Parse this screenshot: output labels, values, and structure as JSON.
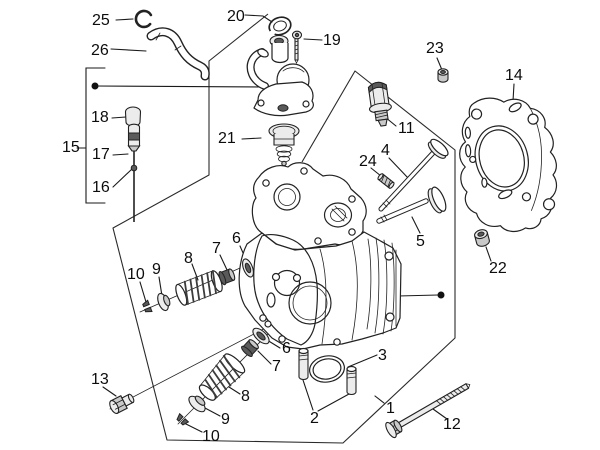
{
  "figure": {
    "type": "exploded-parts-diagram",
    "colors": {
      "background": "#ffffff",
      "line": "#222222",
      "text": "#0c0c0c"
    },
    "callouts": {
      "n1": "1",
      "n2": "2",
      "n3": "3",
      "n4": "4",
      "n5": "5",
      "n6_upper": "6",
      "n7_upper": "7",
      "n8_upper": "8",
      "n9_upper": "9",
      "n10_upper": "10",
      "n6_lower": "6",
      "n7_lower": "7",
      "n8_lower": "8",
      "n9_lower": "9",
      "n10_lower": "10",
      "n11": "11",
      "n12": "12",
      "n13": "13",
      "n14": "14",
      "n15": "15",
      "n16": "16",
      "n17": "17",
      "n18": "18",
      "n19": "19",
      "n20": "20",
      "n21": "21",
      "n22": "22",
      "n23": "23",
      "n24": "24",
      "n25": "25",
      "n26": "26"
    }
  }
}
